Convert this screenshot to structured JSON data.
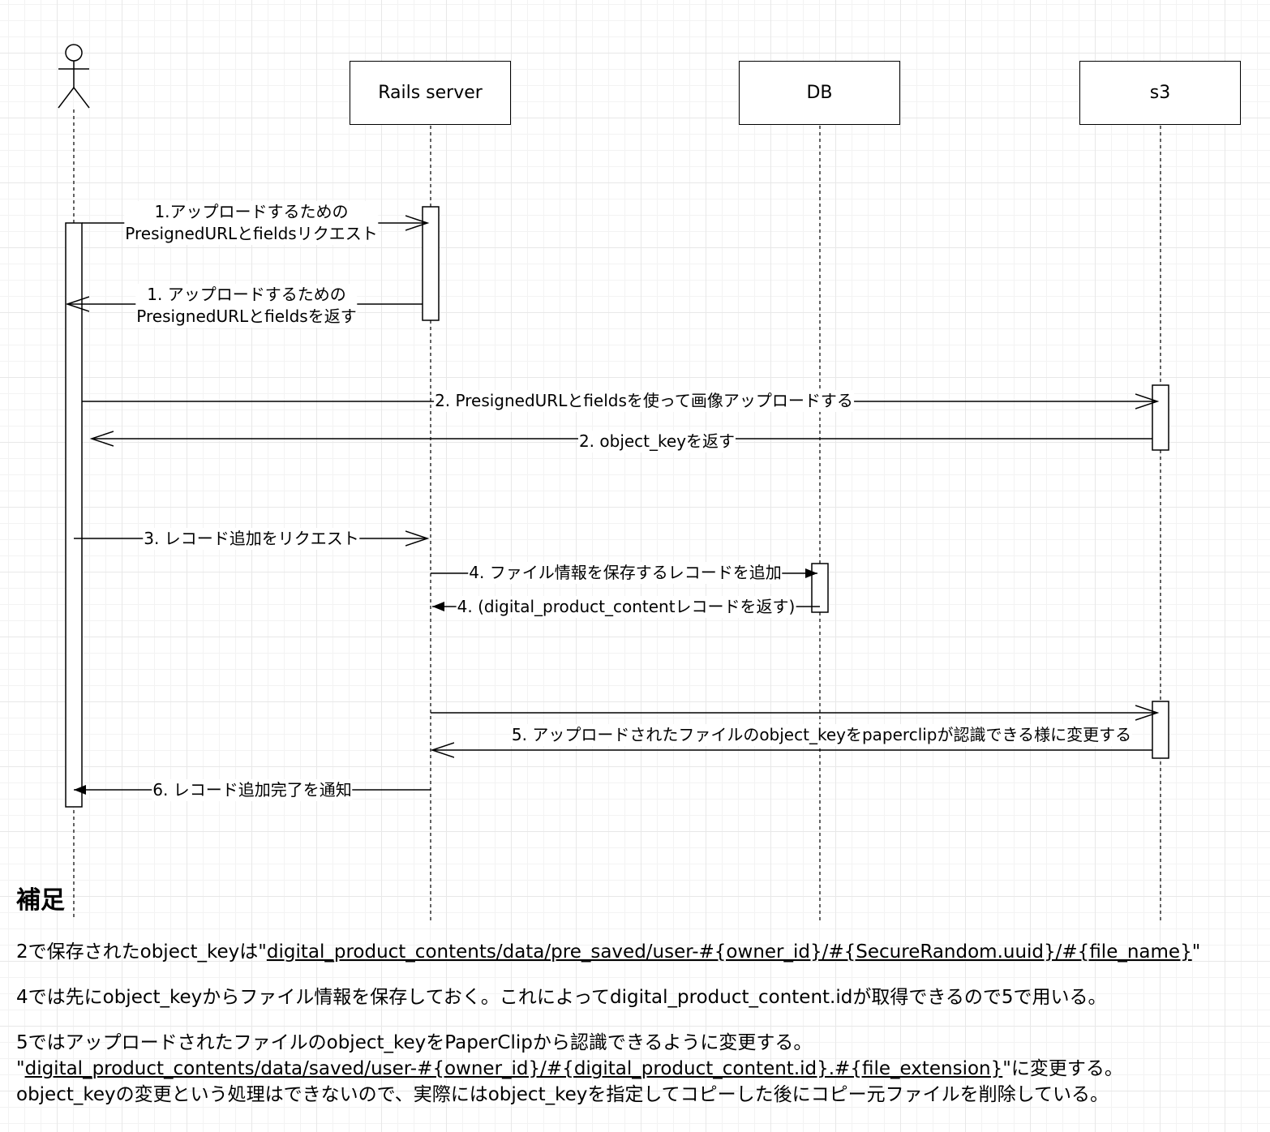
{
  "participants": {
    "rails": "Rails server",
    "db": "DB",
    "s3": "s3"
  },
  "messages": {
    "m1_request_line1": "1.アップロードするための",
    "m1_request_line2": "PresignedURLとfieldsリクエスト",
    "m1_return_line1": "1. アップロードするための",
    "m1_return_line2": "PresignedURLとfieldsを返す",
    "m2_upload": "2. PresignedURLとfieldsを使って画像アップロードする",
    "m2_return": "2. object_keyを返す",
    "m3_request": "3. レコード追加をリクエスト",
    "m4_save": "4. ファイル情報を保存するレコードを追加",
    "m4_return": "4. (digital_product_contentレコードを返す)",
    "m5_change": "5. アップロードされたファイルのobject_keyをpaperclipが認識できる様に変更する",
    "m6_notify": "6. レコード追加完了を通知"
  },
  "notes": {
    "title": "補足",
    "n2_prefix": "2で保存されたobject_keyは\"",
    "n2_path": "digital_product_contents/data/pre_saved/user-#{owner_id}/#{SecureRandom.uuid}/#{file_name}",
    "n2_suffix": "\"",
    "n4": "4では先にobject_keyからファイル情報を保存しておく。これによってdigital_product_content.idが取得できるので5で用いる。",
    "n5_line1": "5ではアップロードされたファイルのobject_keyをPaperClipから認識できるように変更する。",
    "n5_prefix": "\"",
    "n5_path": "digital_product_contents/data/saved/user-#{owner_id}/#{digital_product_content.id}.#{file_extension}",
    "n5_suffix": "\"に変更する。",
    "n5_line3": "object_keyの変更という処理はできないので、実際にはobject_keyを指定してコピーした後にコピー元ファイルを削除している。"
  },
  "colors": {
    "line": "#000000",
    "grid": "#e8e8e8",
    "background": "#ffffff"
  }
}
